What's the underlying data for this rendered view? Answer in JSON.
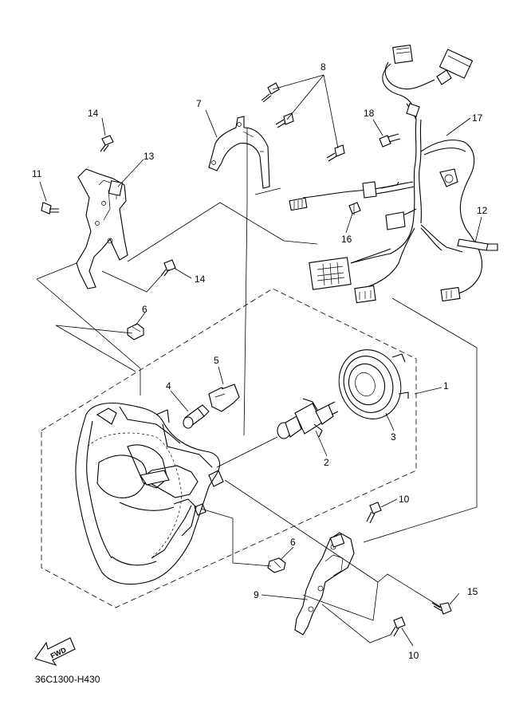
{
  "diagram_code": "36C1300-H430",
  "fwd_label": "FWD",
  "callouts": {
    "c1": "1",
    "c2": "2",
    "c3": "3",
    "c4": "4",
    "c5": "5",
    "c6a": "6",
    "c6b": "6",
    "c7": "7",
    "c8": "8",
    "c9": "9",
    "c10a": "10",
    "c10b": "10",
    "c11": "11",
    "c12": "12",
    "c13": "13",
    "c14a": "14",
    "c14b": "14",
    "c15": "15",
    "c16": "16",
    "c17": "17",
    "c18": "18"
  }
}
